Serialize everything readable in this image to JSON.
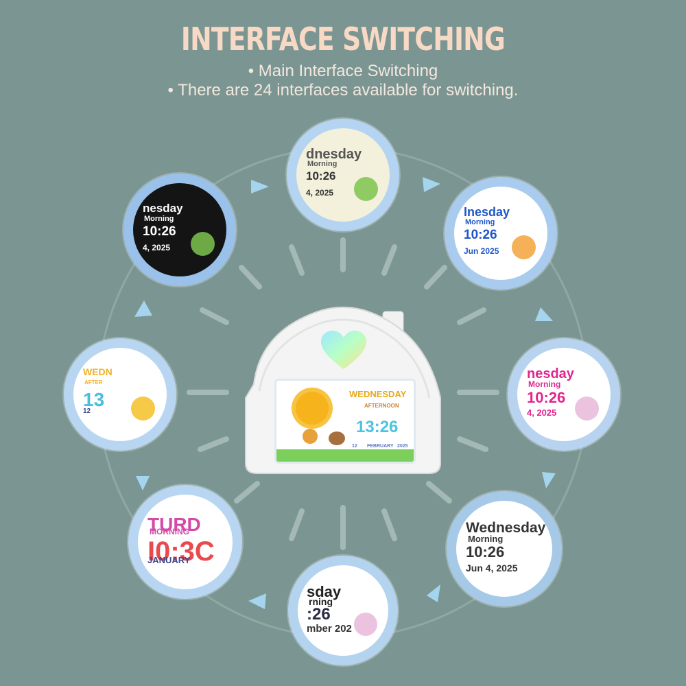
{
  "header": {
    "title": "INTERFACE SWITCHING",
    "line1": "• Main Interface Switching",
    "line2": "• There are 24 interfaces available for switching."
  },
  "device": {
    "day": "WEDNESDAY",
    "period": "AFTERNOON",
    "time": "13:26",
    "date_day": "12",
    "date_month": "FEBRUARY",
    "date_year": "2025"
  },
  "interfaces": [
    {
      "id": "top",
      "day": "dnesday",
      "period": "Morning",
      "time": "10:26",
      "date": "4,   2025"
    },
    {
      "id": "top-right",
      "day": "Inesday",
      "period": "Morning",
      "time": "10:26",
      "date": "Jun  2025"
    },
    {
      "id": "right",
      "day": "nesday",
      "period": "Morning",
      "time": "10:26",
      "date": "4,  2025"
    },
    {
      "id": "bottom-right",
      "day": "Wednesday",
      "period": "Morning",
      "time": "10:26",
      "date": "Jun   4,  2025"
    },
    {
      "id": "bottom",
      "day": "sday",
      "period": "rning",
      "time": ":26",
      "date": "mber    202"
    },
    {
      "id": "bottom-left",
      "day": "TURD",
      "period": "MORNING",
      "time": "I0:3C",
      "date": "JANUARY"
    },
    {
      "id": "left",
      "day": "WEDN",
      "period": "AFTER",
      "time": "13",
      "date": "12"
    },
    {
      "id": "top-left",
      "day": "nesday",
      "period": "Morning",
      "time": "10:26",
      "date": "4,   2025"
    }
  ],
  "colors": {
    "background": "#7b9692",
    "title": "#f7d9c5",
    "ring": "#a9cdf0",
    "arrow": "#a5d4ee"
  }
}
